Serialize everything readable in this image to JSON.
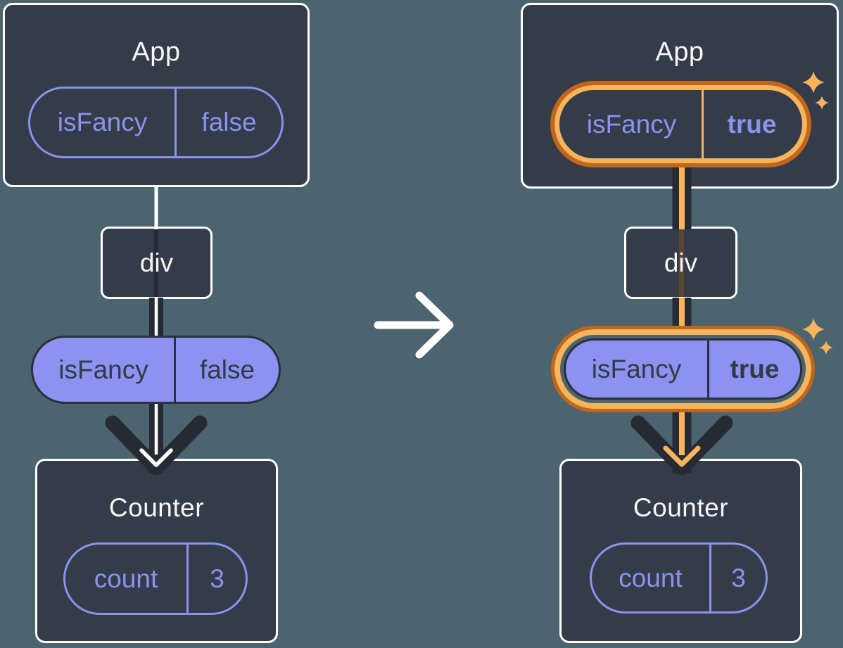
{
  "diagram_title": "React state lift-up diagram: isFancy prop flowing from App through div to Counter (before and after toggle)",
  "colors": {
    "background": "#4C6470",
    "card_fill": "#343B49",
    "card_border": "#FFFFFF",
    "purple_outline": "#8B93EE",
    "purple_fill": "#8C92F1",
    "dark_ink": "#252A33",
    "dark_text": "#333A46",
    "orange_dark": "#C2661B",
    "orange_light": "#F6B45C",
    "text_light": "#F6F7F9"
  },
  "panels": {
    "before": {
      "app": {
        "title": "App",
        "state": {
          "name": "isFancy",
          "value": "false"
        }
      },
      "middle": {
        "label": "div"
      },
      "prop": {
        "name": "isFancy",
        "value": "false"
      },
      "counter": {
        "title": "Counter",
        "state": {
          "name": "count",
          "value": "3"
        }
      }
    },
    "after": {
      "app": {
        "title": "App",
        "state": {
          "name": "isFancy",
          "value": "true"
        }
      },
      "middle": {
        "label": "div"
      },
      "prop": {
        "name": "isFancy",
        "value": "true"
      },
      "counter": {
        "title": "Counter",
        "state": {
          "name": "count",
          "value": "3"
        }
      }
    }
  },
  "icons": {
    "transition_arrow": "right-arrow",
    "flow_arrowhead": "down-chevron-arrow",
    "sparkles": "four-point-star"
  }
}
